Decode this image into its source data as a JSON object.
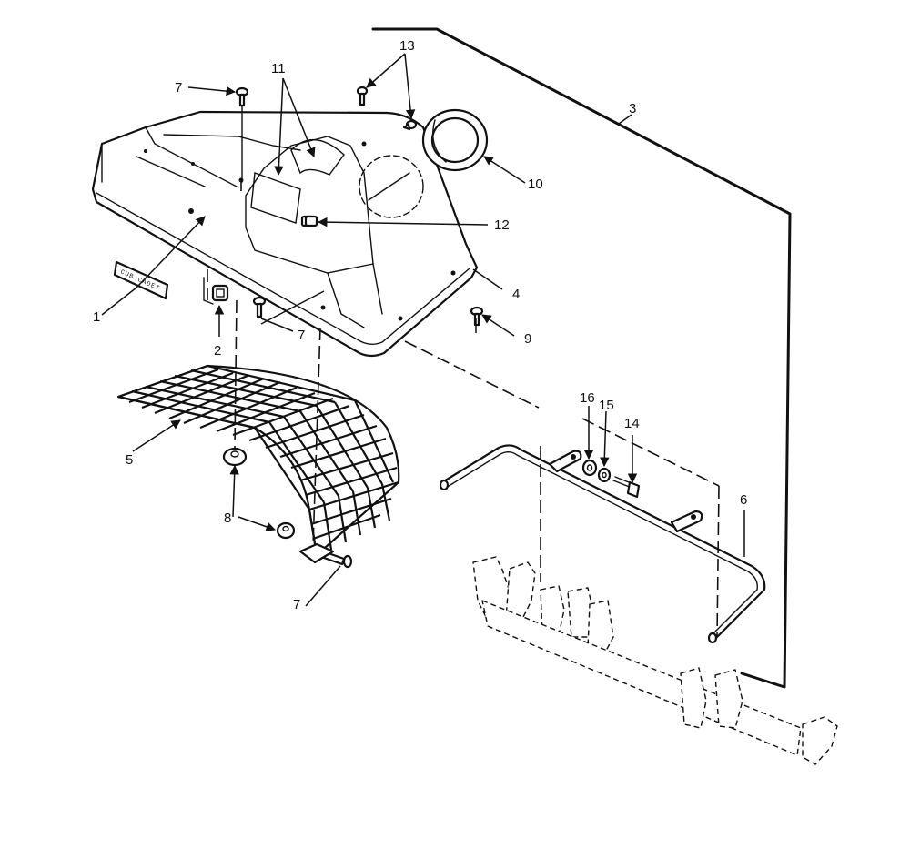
{
  "callouts": {
    "c1": "1",
    "c2": "2",
    "c3": "3",
    "c4": "4",
    "c5": "5",
    "c6": "6",
    "c7a": "7",
    "c7b": "7",
    "c7c": "7",
    "c8": "8",
    "c9": "9",
    "c10": "10",
    "c11": "11",
    "c12": "12",
    "c13": "13",
    "c14": "14",
    "c15": "15",
    "c16": "16"
  },
  "emblem": {
    "text": "CUB CADET"
  },
  "colors": {
    "ink": "#111111",
    "paper": "#ffffff"
  }
}
